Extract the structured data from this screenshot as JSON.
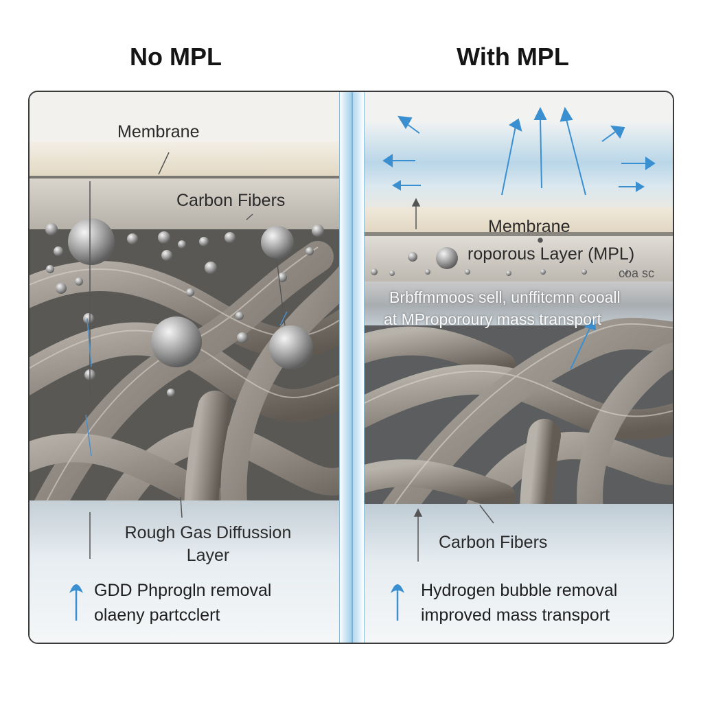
{
  "titles": {
    "left": "No MPL",
    "right": "With MPL"
  },
  "left_panel": {
    "membrane_label": "Membrane",
    "fibers_label": "Carbon Fibers",
    "gdl_label_line1": "Rough Gas Diffussion",
    "gdl_label_line2": "Layer",
    "note_line1": "GDD Phprogln removal",
    "note_line2": "olaeny partcclert"
  },
  "right_panel": {
    "membrane_label": "Membrane",
    "mpl_label": "roporous Layer (MPL)",
    "mpl_sub_label": "coa   sc",
    "desc_line1": "Brbffmmoos sell, unffitcmn cooall",
    "desc_line2": "at MProporoury mass transport",
    "fibers_label": "Carbon Fibers",
    "note_line1": "Hydrogen bubble removal",
    "note_line2": "improved mass transport"
  },
  "colors": {
    "membrane": "#e8dfcc",
    "fiber": "#8d8780",
    "bubble": "#9a9a9a",
    "water_blue": "#3a8fd1",
    "mpl": "#cfcfcc"
  }
}
